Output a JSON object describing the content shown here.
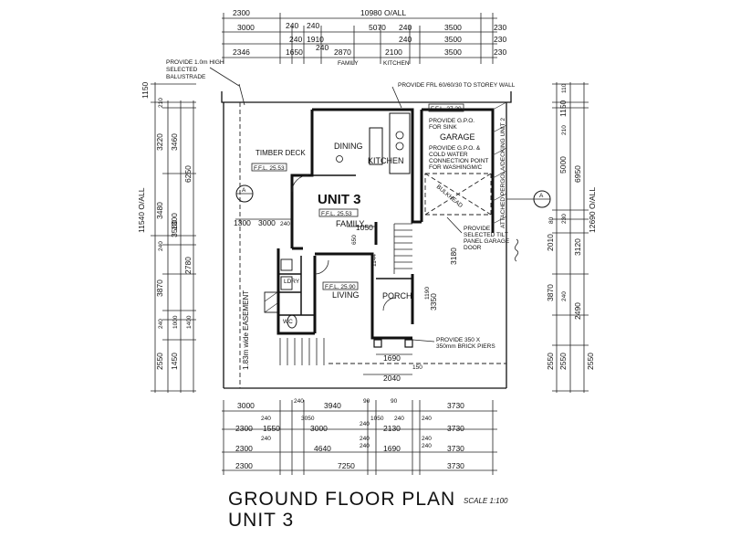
{
  "title": "GROUND FLOOR PLAN",
  "subtitle": "UNIT 3",
  "scale": "SCALE 1:100",
  "unit_label": "UNIT 3",
  "rooms": {
    "dining": "DINING",
    "kitchen": "KITCHEN",
    "family": "FAMILY",
    "living": "LIVING",
    "garage": "GARAGE",
    "porch": "PORCH",
    "timber_deck": "TIMBER DECK",
    "ldry": "LDRY",
    "wc": "WC"
  },
  "levels": {
    "deck": "F.F.L. 25.53",
    "garage": "F.F.L. 27.20",
    "unit": "F.F.L. 25.53",
    "living": "F.F.L. 25.90"
  },
  "notes": {
    "balustrade": [
      "PROVIDE 1.0m HIGH",
      "SELECTED",
      "BALUSTRADE"
    ],
    "wall": "PROVIDE FRL 60/60/30 TO STOREY WALL",
    "sink": [
      "PROVIDE G.P.O.",
      "FOR SINK"
    ],
    "drain": [
      "PROVIDE G.P.O. &",
      "COLD WATER",
      "CONNECTION POINT",
      "FOR WASHINGM/C"
    ],
    "garage_door": [
      "PROVIDE",
      "SELECTED TILT",
      "PANEL GARAGE",
      "DOOR"
    ],
    "piers": [
      "PROVIDE 350 X",
      "350mm BRICK PIERS"
    ],
    "pergola": "ATTACHED PERGOLA/DECKING UNIT 2",
    "easement": "1.83m wide EASEMENT",
    "scale_label": "SCALE 1:100",
    "bulkhead": "BULKHEAD"
  },
  "dims_top": {
    "row1": [
      "2300",
      "10980 O/ALL"
    ],
    "row2": [
      "3000",
      "240",
      "240",
      "5070",
      "240",
      "3500",
      "230"
    ],
    "row3": [
      "240",
      "1910",
      "240",
      "3500",
      "230"
    ],
    "row4": [
      "2346",
      "1650",
      "240",
      "2870",
      "2100",
      "3500",
      "230"
    ],
    "row4_sub": [
      "FAMILY",
      "KITCHEN"
    ]
  },
  "dims_left": [
    "1150",
    "210",
    "3220",
    "3460",
    "6250",
    "11540 O/ALL",
    "3480",
    "3580",
    "240",
    "2780",
    "1300",
    "3870",
    "240",
    "1000",
    "1400",
    "2550",
    "1450"
  ],
  "dims_right": [
    "110",
    "1150",
    "210",
    "5000",
    "6950",
    "12690 O/ALL",
    "80",
    "230",
    "2010",
    "3120",
    "3870",
    "2490",
    "240",
    "2550",
    "2550",
    "2550"
  ],
  "dims_mid": [
    "1300",
    "3000",
    "240",
    "1050",
    "650",
    "1144",
    "3180",
    "3350",
    "1690",
    "150",
    "2040",
    "1190"
  ],
  "dims_bottom": {
    "row1": [
      "3000",
      "240",
      "3940",
      "90",
      "90",
      "3730"
    ],
    "row2": [
      "240",
      "3050",
      "1050",
      "240",
      "240"
    ],
    "row3": [
      "2300",
      "1550",
      "3000",
      "240",
      "2130",
      "3730"
    ],
    "row4": [
      "240",
      "240",
      "240"
    ],
    "row5": [
      "2300",
      "4640",
      "240",
      "1690",
      "240",
      "3730"
    ],
    "row6": [
      "2300",
      "7250",
      "3730"
    ]
  },
  "markers": [
    "A",
    "A"
  ]
}
